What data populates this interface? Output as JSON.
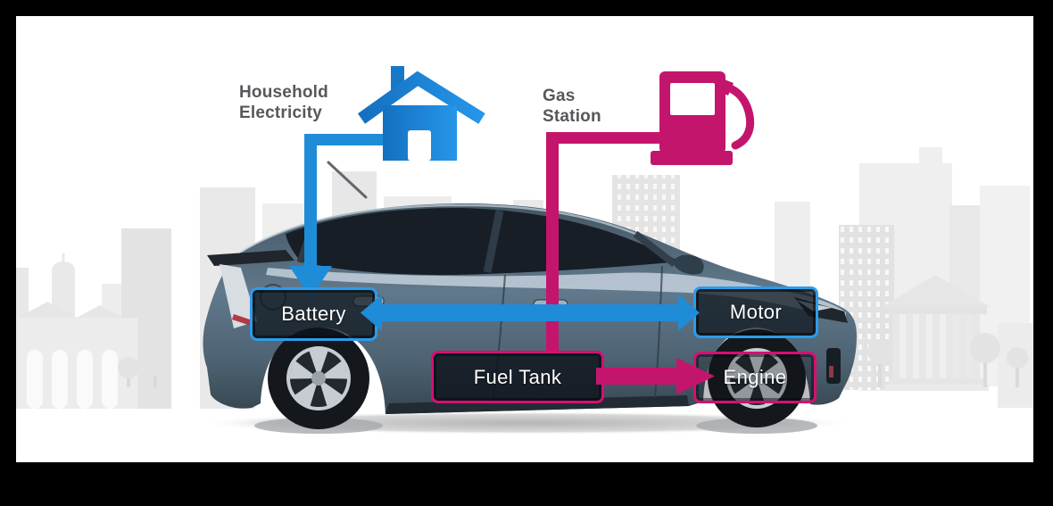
{
  "sources": {
    "household_electricity": {
      "line1": "Household",
      "line2": "Electricity",
      "icon": "house-icon"
    },
    "gas_station": {
      "line1": "Gas",
      "line2": "Station",
      "icon": "fuel-pump-icon"
    }
  },
  "components": {
    "battery": {
      "label": "Battery"
    },
    "motor": {
      "label": "Motor"
    },
    "fuel_tank": {
      "label": "Fuel Tank"
    },
    "engine": {
      "label": "Engine"
    }
  },
  "flows": [
    {
      "from": "Household Electricity",
      "to": "Battery",
      "color": "#1f8cd8",
      "bidirectional": false
    },
    {
      "from": "Gas Station",
      "to": "Fuel Tank",
      "color": "#c4156c",
      "bidirectional": false
    },
    {
      "from": "Battery",
      "to": "Motor",
      "color": "#1f8cd8",
      "bidirectional": true
    },
    {
      "from": "Fuel Tank",
      "to": "Engine",
      "color": "#c4156c",
      "bidirectional": false
    }
  ],
  "colors": {
    "electric_blue": "#1f8cd8",
    "box_border_blue": "#2d9ce8",
    "gasoline_magenta": "#c4156c",
    "box_border_magenta": "#d60f74",
    "label_text": "#57585c",
    "box_text": "#ffffff",
    "canvas_background": "#ffffff",
    "frame": "#000000",
    "skyline_gray": "#e8e8e8"
  }
}
